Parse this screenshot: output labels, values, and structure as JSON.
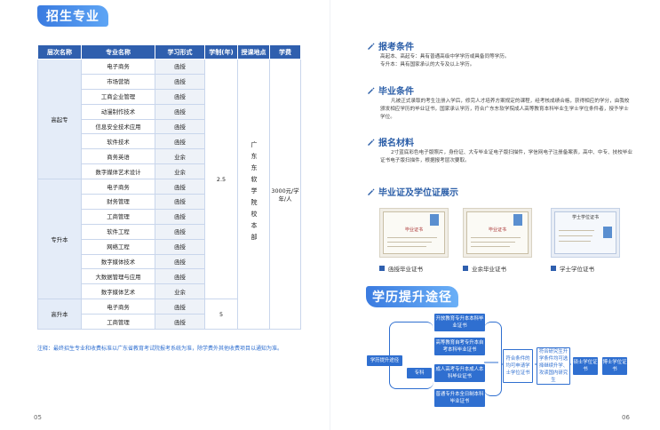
{
  "left": {
    "section_title": "招生专业",
    "table": {
      "headers": [
        "层次名称",
        "专业名称",
        "学习形式",
        "学制(年)",
        "授课地点",
        "学费"
      ],
      "levels": {
        "gqb": "高起专",
        "zsb": "专升本",
        "gsb": "高升本"
      },
      "rows": [
        {
          "major": "电子商务",
          "form": "函授"
        },
        {
          "major": "市场营销",
          "form": "函授"
        },
        {
          "major": "工商企业管理",
          "form": "函授"
        },
        {
          "major": "动漫制作技术",
          "form": "函授"
        },
        {
          "major": "信息安全技术应用",
          "form": "函授"
        },
        {
          "major": "软件技术",
          "form": "函授"
        },
        {
          "major": "商务英语",
          "form": "业余"
        },
        {
          "major": "数字媒体艺术设计",
          "form": "业余"
        },
        {
          "major": "电子商务",
          "form": "函授"
        },
        {
          "major": "财务管理",
          "form": "函授"
        },
        {
          "major": "工商管理",
          "form": "函授"
        },
        {
          "major": "软件工程",
          "form": "函授"
        },
        {
          "major": "网络工程",
          "form": "函授"
        },
        {
          "major": "数字媒体技术",
          "form": "函授"
        },
        {
          "major": "大数据管理与应用",
          "form": "函授"
        },
        {
          "major": "数字媒体艺术",
          "form": "业余"
        },
        {
          "major": "电子商务",
          "form": "函授"
        },
        {
          "major": "工商管理",
          "form": "函授"
        }
      ],
      "duration_short": "2.5",
      "duration_long": "5",
      "location": "广东东软学院校本部",
      "fee": "3000元/学年/人"
    },
    "note": "注释：最终招生专业和收费标准以广东省教育考试院报考系统为准，除学费外其他收费项目以通知为准。",
    "page_num": "05"
  },
  "right": {
    "req_title": "报考条件",
    "req_lines": [
      "高起本、高起专：具有普通高级中学学历或具备同等学历。",
      "专升本：具有国家承认的大专及以上学历。"
    ],
    "grad_title": "毕业条件",
    "grad_text": "凡被正式录取的考生注册入学后，修完人才培养方案规定的课程，经考核成绩合格，获得相应的学分，由我校颁发相应学历的毕业证书，国家承认学历，符合广东东软学院成人高等教育本科毕业生学士学位条件者，授予学士学位。",
    "mat_title": "报名材料",
    "mat_text": "2寸蓝底彩色电子版照片，身份证、大专毕业证电子版扫描件，学信网电子注册备案表，高中、中专、技校毕业证书电子版扫描件，根据报考层次要取。",
    "cert_title": "毕业证及学位证展示",
    "certs": [
      {
        "caption": "函授毕业证书",
        "label": "毕业证书"
      },
      {
        "caption": "业余毕业证书",
        "label": "毕业证书"
      },
      {
        "caption": "学士学位证书",
        "label": "学士学位证书"
      }
    ],
    "path_title": "学历提升途径",
    "flow": {
      "start": "学历提升途径",
      "zhuan": "专科",
      "b1": "开放教育专升本本科毕业证书",
      "b2": "高等教育自考专升本自考本科毕业证书",
      "b3": "成人高考专升本成人本科毕业证书",
      "b4": "普通专升本全日制本科毕业证书",
      "c1": "符合条件的均可申请学士学位证书",
      "c2": "符合研究生升学条件均可选择继续升学、攻读国内研究生",
      "d1": "硕士学位证书",
      "d2": "博士学位证书"
    },
    "page_num": "06"
  }
}
